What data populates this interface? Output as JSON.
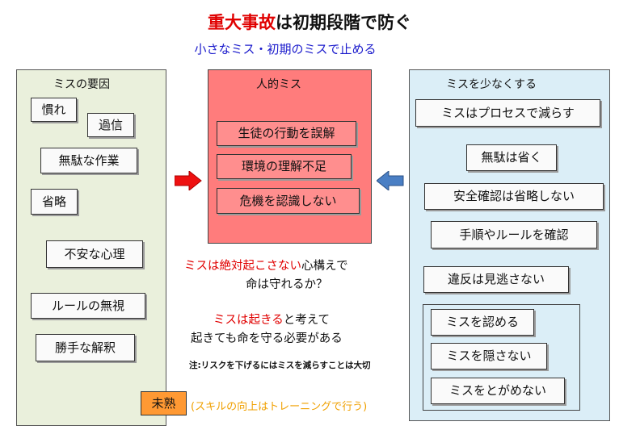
{
  "title": {
    "red_part": "重大事故",
    "rest": "は初期段階で防ぐ"
  },
  "subtitle": "小さなミス・初期のミスで止める",
  "left_panel": {
    "title": "ミスの要因",
    "items": [
      "慣れ",
      "過信",
      "無駄な作業",
      "省略",
      "不安な心理",
      "ルールの無視",
      "勝手な解釈"
    ]
  },
  "middle_panel": {
    "title": "人的ミス",
    "items": [
      "生徒の行動を誤解",
      "環境の理解不足",
      "危機を認識しない"
    ]
  },
  "right_panel": {
    "title": "ミスを少なくする",
    "items": [
      "ミスはプロセスで減らす",
      "無駄は省く",
      "安全確認は省略しない",
      "手順やルールを確認",
      "違反は見逃さない"
    ],
    "group_items": [
      "ミスを認める",
      "ミスを隠さない",
      "ミスをとがめない"
    ]
  },
  "center_text": {
    "line1_red": "ミスは絶対起こさない",
    "line1_rest": "心構えで",
    "line2": "命は守れるか？",
    "line3_red": "ミスは起きる",
    "line3_rest": "と考えて",
    "line4": "起きても命を守る必要がある"
  },
  "note": "注:リスクを下げるにはミスを減らすことは大切",
  "bottom": {
    "box_label": "未熟",
    "text": "(スキルの向上はトレーニングで行う)"
  },
  "colors": {
    "title_red": "#e00000",
    "subtitle_blue": "#1a1acc",
    "left_panel_bg": "#eaf0dc",
    "middle_panel_bg": "#ff7c7c",
    "right_panel_bg": "#dbeef7",
    "arrow_red": "#ee1111",
    "arrow_blue": "#4a7fc4",
    "orange": "#ff9933",
    "orange_text": "#f0a000"
  }
}
